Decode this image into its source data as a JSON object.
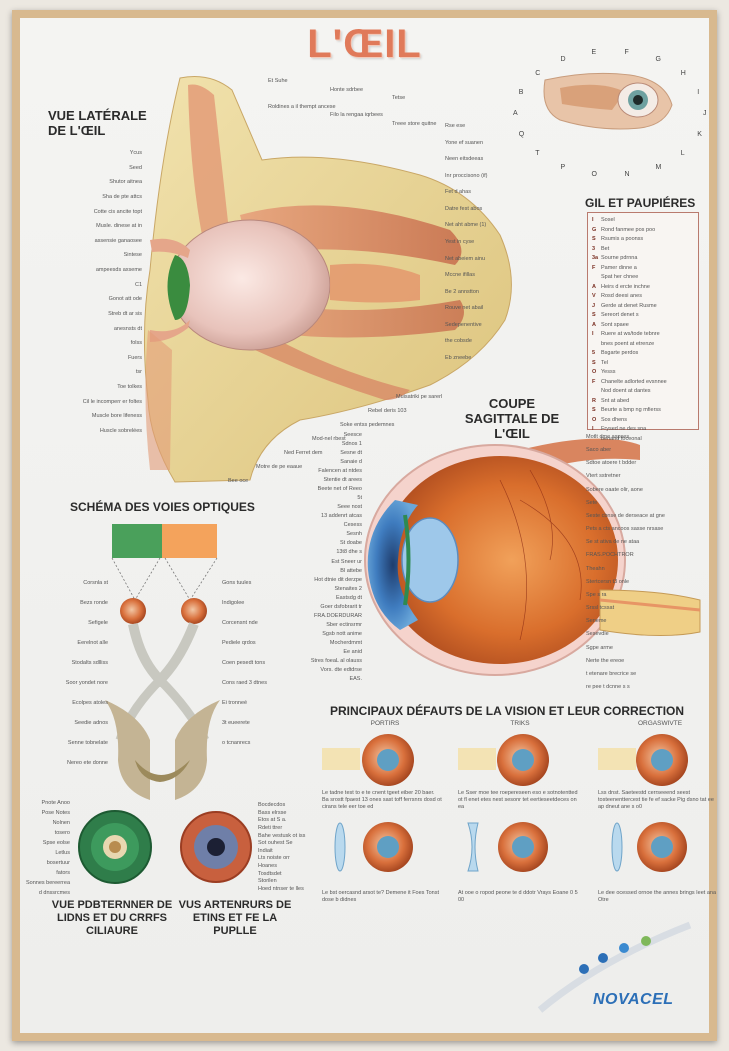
{
  "title": "L'ŒIL",
  "headings": {
    "lateral": "VUE LATÉRALE DE L'ŒIL",
    "paupieres": "GIL ET PAUPIÉRES",
    "sagittal": "COUPE SAGITTALE DE L'ŒIL",
    "voies": "SCHÉMA DES VOIES OPTIQUES",
    "defauts": "PRINCIPAUX DÉFAUTS DE LA VISION ET LEUR CORRECTION",
    "lens_left": "VUE PDBTERNNER DE LIDNS ET DU CRRFS CILIAURE",
    "lens_right": "VUS ARTENRURS DE ETINS ET FE LA PUPLLE"
  },
  "lateral_labels_left": [
    "Ycus",
    "Seed",
    "Shutor aitnea",
    "Sha de pte attcs",
    "Cotte cis ancite topt",
    "Musle. dinese at in",
    "assensie ganaosee",
    "Sintese",
    "ampeesds axseme",
    "C1",
    "Gonot att ode",
    "Streb dt ar sis",
    "anesnsts dt",
    "folss",
    "Fuers",
    "tsr",
    "Toe tolkes",
    "Cil le incomperr er foltes",
    "Muscle bore lifeness",
    "Huscle sobrelées"
  ],
  "lateral_labels_top": [
    "Et Suhe",
    "Honte sdrbee",
    "Tetse",
    "Roldines a il thempt ancese",
    "Filo la rengaa iqrbees",
    "Treee store quitne"
  ],
  "lateral_labels_right": [
    "Rse ese",
    "Yone ef suanen",
    "Neen eitsdeeas",
    "Inr proccisono (if)",
    "Fet d ahas",
    "Datre fest abos",
    "Net aht abme (1)",
    "Yest in cyse",
    "Net abeiem ainu",
    "Mccne ifillas",
    "Be 2 annstton",
    "Rouve net abail",
    "Sedepenentive",
    "the cobsde",
    "Eb zneebe"
  ],
  "lateral_labels_bottom": [
    "Bee oce",
    "Motre de pe eaaue",
    "Ned Ferret dem",
    "Mod-nel rbest",
    "Soke entss pedemnes",
    "Rebel deris 103",
    "Muisatriki pe sarerl"
  ],
  "eyelid_letters": [
    "A",
    "B",
    "C",
    "D",
    "E",
    "F",
    "G",
    "H",
    "I",
    "J",
    "K",
    "L",
    "M",
    "N",
    "O",
    "P",
    "T",
    "Q"
  ],
  "legend_items": [
    {
      "k": "I",
      "t": "Sosel"
    },
    {
      "k": "G",
      "t": "Rond fanmee pos poo"
    },
    {
      "k": "S",
      "t": "Rsumis a poonss"
    },
    {
      "k": "3",
      "t": "Bet"
    },
    {
      "k": "3a",
      "t": "Sourne pdrnna"
    },
    {
      "k": "F",
      "t": "Pamer dinne a"
    },
    {
      "k": "",
      "t": "Spat her chnee"
    },
    {
      "k": "A",
      "t": "Heirs d ercte inchne"
    },
    {
      "k": "V",
      "t": "Rosd deesi anes"
    },
    {
      "k": "J",
      "t": "Gerde at denet Rusme"
    },
    {
      "k": "S",
      "t": "Sereort denet s"
    },
    {
      "k": "A",
      "t": "Sont spaee"
    },
    {
      "k": "I",
      "t": "Ruere at ws/tode tebnre"
    },
    {
      "k": "",
      "t": "bnes poent at etrenze"
    },
    {
      "k": "5",
      "t": "Bsgarte perdos"
    },
    {
      "k": "S",
      "t": "Tel"
    },
    {
      "k": "O",
      "t": "Yesss"
    },
    {
      "k": "F",
      "t": "Chanelte adlorted evsnnee"
    },
    {
      "k": "",
      "t": "Nod doent at dantes"
    },
    {
      "k": "R",
      "t": "Snt at abed"
    },
    {
      "k": "S",
      "t": "Beurte a bmp ng mfierss"
    },
    {
      "k": "O",
      "t": "Sos dhens"
    },
    {
      "k": "I",
      "t": "Frysed ne des sna"
    },
    {
      "k": "",
      "t": "benand toceonal"
    }
  ],
  "sagittal_labels_left": [
    "Seesce",
    "Sdnos 1",
    "Sesne dt",
    "Sanaie d",
    "Falencen at ntdes",
    "Stentie dt arees",
    "Beete net of Reeo",
    "5t",
    "Seee nost",
    "13 addenrt atcas",
    "Cesess",
    "Sesnh",
    "St doabe",
    "13t8 dhe s",
    "Est Sneer ur",
    "Bl attebe",
    "Hot dtnie dit derzpe",
    "Stenaites 2",
    "Eastsdg dt",
    "Goer dsfobrarit tr",
    "FRA.DOERDURAR",
    "Sber ectinsrmr",
    "Sgsb nott anime",
    "Mocherdmmt",
    "Ee anid",
    "Stres foeaL al olauss",
    "Vors. dte edtdrse",
    "EAS."
  ],
  "sagittal_labels_right": [
    "Motlt dme aspses",
    "Saco aber",
    "Sdtoe atoere t bdder",
    "Vtert sstretner",
    "Sobere oaate olir, aone",
    "Sete",
    "Seste cbnse de derseace at gne",
    "Pets a cts ancoos sasse nrsase",
    "Se st ativa de ne ataa",
    "FRAS.POCHTROR",
    "Theahn",
    "Stertcersn t3 onle",
    "Spe s ra",
    "Srssl tcssat",
    "Seneme",
    "Sesevdle",
    "Sgpe arme",
    "Nerte the ereoe",
    "t etenare brecrice se",
    "re pee t dcnne s s"
  ],
  "voies_labels": [
    "Corsnla st",
    "Gons tuules",
    "Bezs ronde",
    "Indigolee",
    "Sefigele",
    "Corcensnt nde",
    "Eerelnot alle",
    "Pediele qrdos",
    "Stodalts sdlliss",
    "Coen pesedt tons",
    "Soor yondet nore",
    "Cons raed 3 dtnes",
    "Ecolpes atoles",
    "Ei tronneé",
    "Seedie adnos",
    "3t eueerete",
    "Senne tobnelate",
    "o tcnanrecs",
    "Nereo ete donne"
  ],
  "lens_labels_left": [
    "Pnote Anoo",
    "Pose Notes",
    "Nolnen",
    "tosero",
    "Spse eolse",
    "Letlus",
    "bosertuur",
    "fators",
    "Sonnes bereerrea",
    "d dnssrcmes"
  ],
  "lens_labels_right": [
    "Bocdecdos",
    "Bass elrsse",
    "Etos at S a.",
    "Rdeti ttrer",
    "Bahe vestusk ot iss",
    "Sot ouhest Se",
    "Indiait",
    "Lts noiste orr",
    "Hoanes",
    "Tosdtsdet",
    "Storilen",
    "Hoed ntnser te lles"
  ],
  "defauts_columns": [
    "PORTIRS",
    "TRIKS",
    "ORGASWIVTE"
  ],
  "defauts_desc_top": [
    "Le tadne test to e te cnent tgeet eiber 20 baer. Ba srostt fpaest 13 ones sast toff ferrsnrs dosd ot cirans tele eer toe ed",
    "Le Sser moe tee roepereseen eso e sotnotentted ot fl enet etes nest sesonr tet eertieseetdeces on ea",
    "Lss dnst. Saeteestd cerrseeend seest tosteenenttercest tie fe ef sacke Pig dsno tat ee ap dneut ane s o0"
  ],
  "defauts_desc_bottom": [
    "Le bst oercasnd arsot te? Demene it Foes Tonst dose b didnes",
    "At ooe o ropod peone te d ddotr Vrays Eoane 0 5 00",
    "Le dee ocessed ornoe the annes brings Ieet ana Otre"
  ],
  "brand": "NOVACEL",
  "colors": {
    "title": "#e07a5a",
    "legend_border": "#b97a6e",
    "brand": "#2c6fb7",
    "frame": "#d8b98f"
  }
}
